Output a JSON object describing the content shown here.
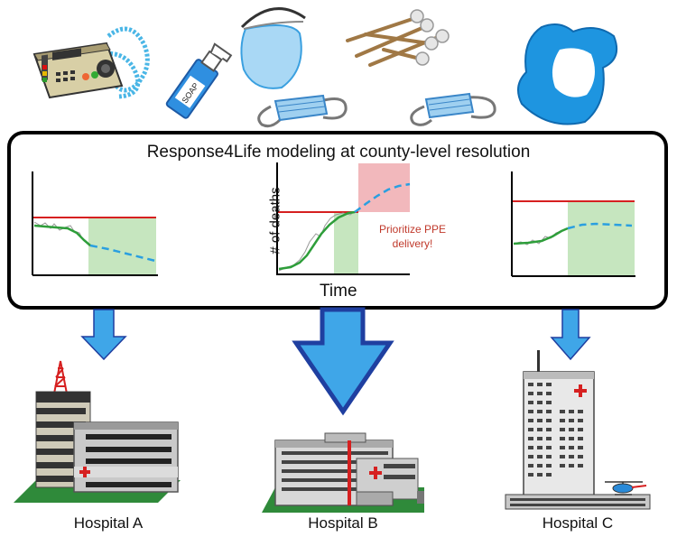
{
  "panel": {
    "title": "Response4Life modeling at county-level resolution"
  },
  "charts": {
    "center_ylabel": "# of deaths",
    "center_xlabel": "Time",
    "annotation_line1": "Prioritize PPE",
    "annotation_line2": "delivery!"
  },
  "supplies": {
    "soap_label": "SOAP"
  },
  "hospitals": [
    {
      "label": "Hospital A"
    },
    {
      "label": "Hospital B"
    },
    {
      "label": "Hospital C"
    }
  ],
  "colors": {
    "threshold_line": "#d62020",
    "observed_line": "#2e9e3a",
    "forecast_line": "#2a9fe0",
    "safe_region": "#c6e6bf",
    "danger_region": "#f2b8bc",
    "arrow_fill": "#3fa6e8",
    "arrow_stroke": "#1f3fa0",
    "panel_border": "#000000"
  },
  "icons": [
    "ventilator-icon",
    "soap-spray-icon",
    "face-shield-icon",
    "swabs-icon",
    "gown-icon",
    "surgical-mask-icon",
    "hospital-icon",
    "helicopter-icon"
  ]
}
